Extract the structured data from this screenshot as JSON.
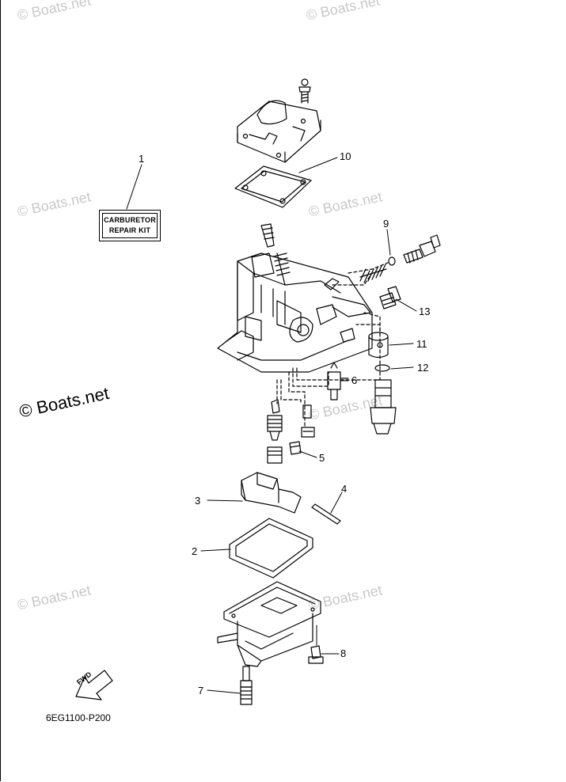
{
  "watermark": "© Boats.net",
  "kit_label": {
    "line1": "CARBURETOR",
    "line2": "REPAIR KIT"
  },
  "callouts": {
    "c1": "1",
    "c2": "2",
    "c3": "3",
    "c4": "4",
    "c5": "5",
    "c6": "6",
    "c7": "7",
    "c8": "8",
    "c9": "9",
    "c10": "10",
    "c11": "11",
    "c12": "12",
    "c13": "13"
  },
  "fwd": "FWD",
  "diagram_code": "6EG1100-P200"
}
